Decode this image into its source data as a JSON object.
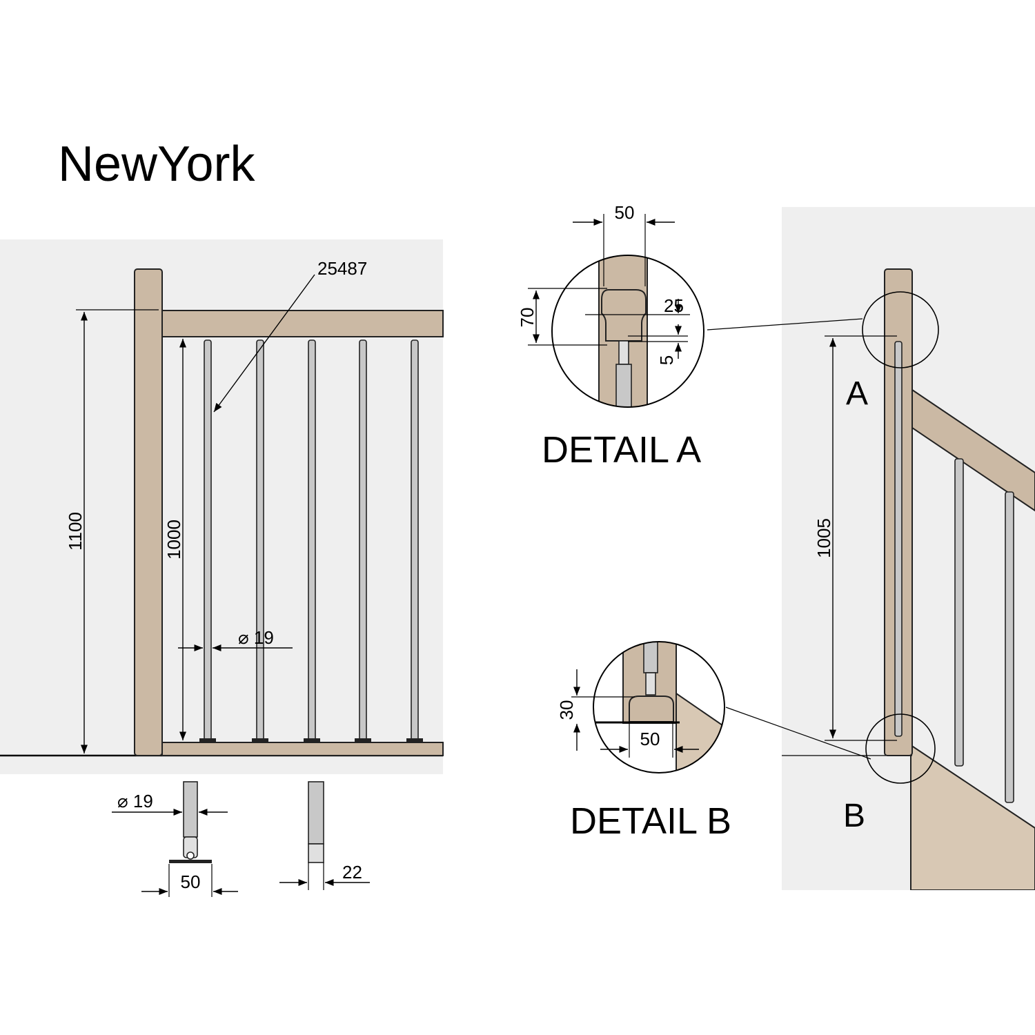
{
  "title": "NewYork",
  "part_label": "25487",
  "dimensions": {
    "post_height": "1100",
    "baluster_height": "1000",
    "rod_diameter": "⌀ 19",
    "rod_diameter_detail": "⌀ 19",
    "base_width": "50",
    "pin_width": "22",
    "stair_height": "1005",
    "detailA_width": "50",
    "detailA_height": "70",
    "detailA_groove": "25",
    "detailA_gap": "5",
    "detailB_height": "30",
    "detailB_width": "50"
  },
  "details": {
    "a_caption": "DETAIL A",
    "b_caption": "DETAIL B",
    "a_marker": "A",
    "b_marker": "B"
  },
  "colors": {
    "wood": "#cbb9a4",
    "metal_rod": "#c8c8c8",
    "background_panel": "#efefef"
  }
}
